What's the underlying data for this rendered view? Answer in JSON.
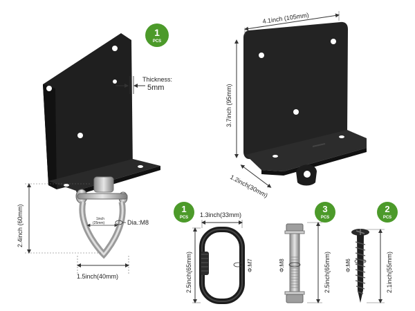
{
  "badges": [
    {
      "count": "1",
      "unit": "PCS"
    },
    {
      "count": "1",
      "unit": "PCS"
    },
    {
      "count": "3",
      "unit": "PCS"
    },
    {
      "count": "2",
      "unit": "PCS"
    }
  ],
  "bracket_front": {
    "thickness_label": "Thickness:",
    "thickness_value": "5mm",
    "shackle_height": "2.4inch (60mm)",
    "shackle_width": "1.5inch(40mm)",
    "shackle_inner": "1inch",
    "shackle_inner_mm": "(25mm)",
    "shackle_dia": "Dia.:M8"
  },
  "bracket_back": {
    "width": "4.1inch (105mm)",
    "height": "3.7inch (95mm)",
    "depth": "1.2inch(30mm)"
  },
  "quick_link": {
    "width": "1.3inch(33mm)",
    "height": "2.5inch(65mm)",
    "dia": "Φ:M7"
  },
  "bolt": {
    "height": "2.5inch(65mm)",
    "dia": "Φ:M8"
  },
  "screw": {
    "height": "2.1inch(55mm)",
    "dia": "Φ:M6"
  },
  "colors": {
    "badge_green": "#4c9a2a",
    "metal_black": "#1f1f1f",
    "steel": "#b5b5b5"
  }
}
